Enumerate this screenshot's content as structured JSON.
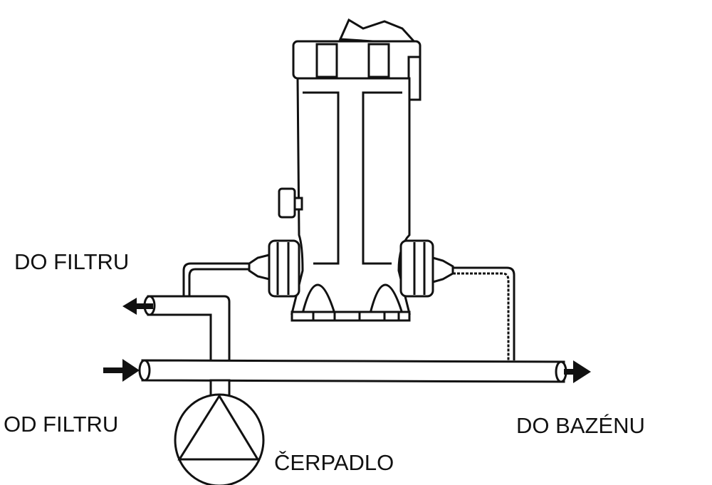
{
  "labels": {
    "to_filter": "DO FILTRU",
    "from_filter": "OD FILTRU",
    "pump": "ČERPADLO",
    "to_pool": "DO BAZÉNU"
  },
  "colors": {
    "line": "#111111",
    "background": "#ffffff"
  }
}
